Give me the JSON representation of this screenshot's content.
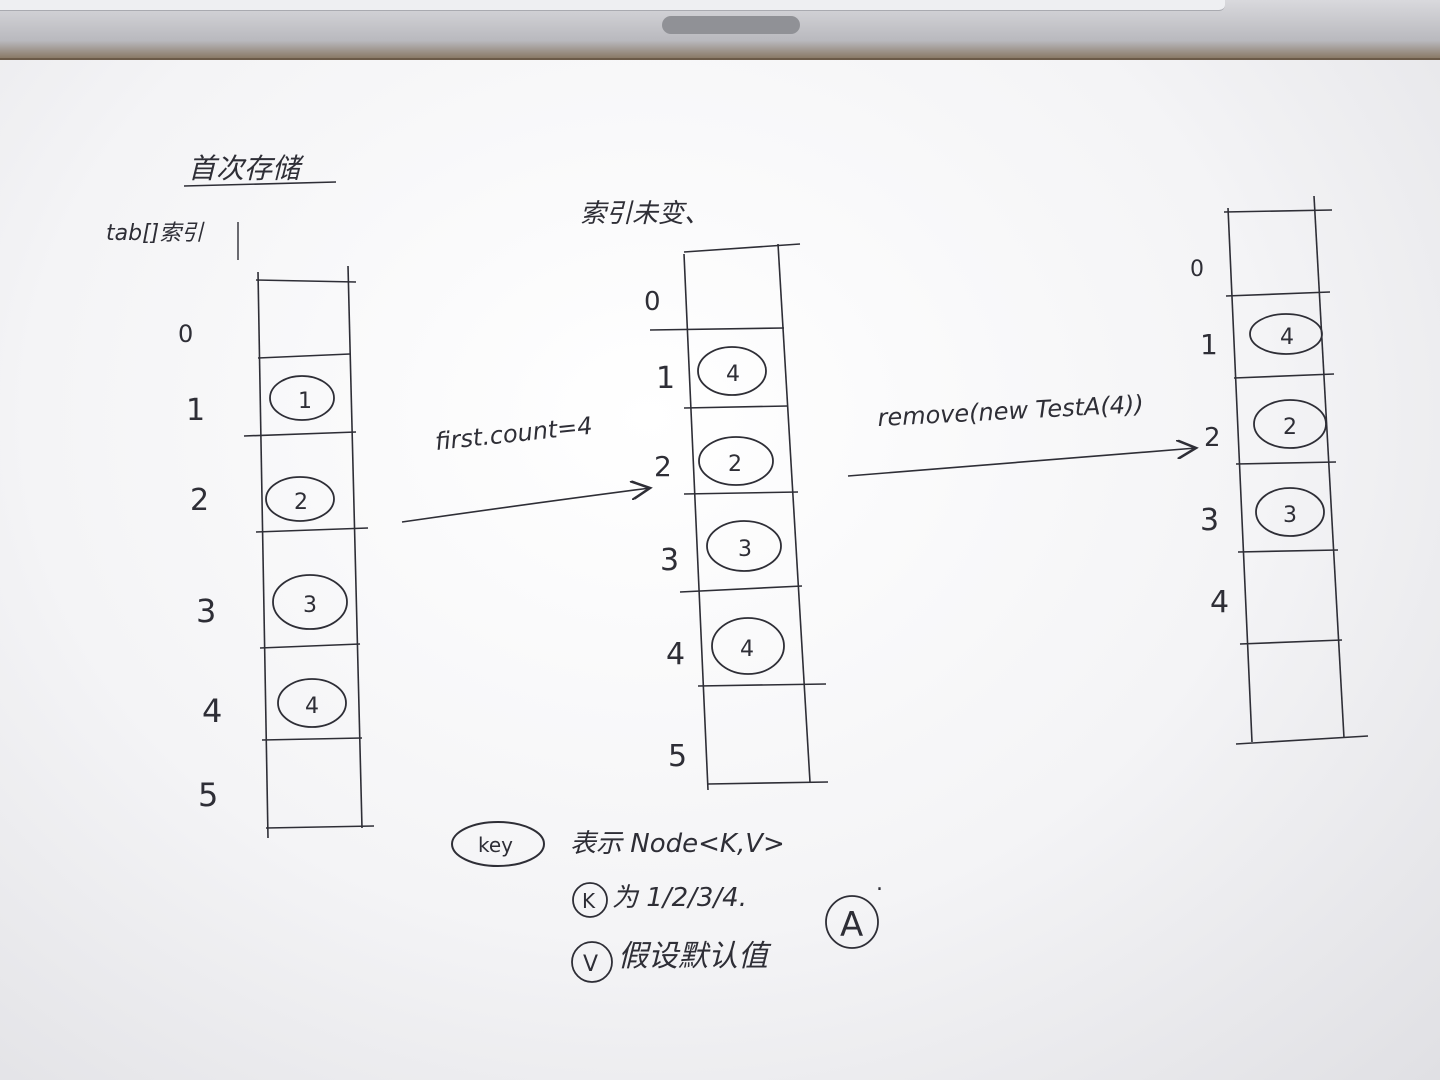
{
  "table1": {
    "title": "首次存储",
    "label": "tab[]索引",
    "indices": [
      "0",
      "1",
      "2",
      "3",
      "4",
      "5"
    ],
    "nodes": [
      "",
      "1",
      "2",
      "3",
      "4",
      ""
    ]
  },
  "arrow1_label": "first.count=4",
  "table2": {
    "title": "索引未变、",
    "indices": [
      "0",
      "1",
      "2",
      "3",
      "4",
      "5"
    ],
    "nodes": [
      "",
      "4",
      "2",
      "3",
      "4",
      ""
    ]
  },
  "arrow2_label": "remove(new TestA(4))",
  "table3": {
    "indices": [
      "0",
      "1",
      "2",
      "3",
      "4"
    ],
    "nodes": [
      "",
      "4",
      "2",
      "3",
      "",
      ""
    ]
  },
  "legend": {
    "node_key": "key",
    "node_desc": "表示 Node<K,V>",
    "k_symbol": "K",
    "k_desc": "为 1/2/3/4.",
    "v_symbol": "V",
    "v_desc": "假设默认值",
    "default_value": "A",
    "trailing_dot": "."
  },
  "colors": {
    "ink": "#2e2e36",
    "paper": "#f6f6f8"
  }
}
